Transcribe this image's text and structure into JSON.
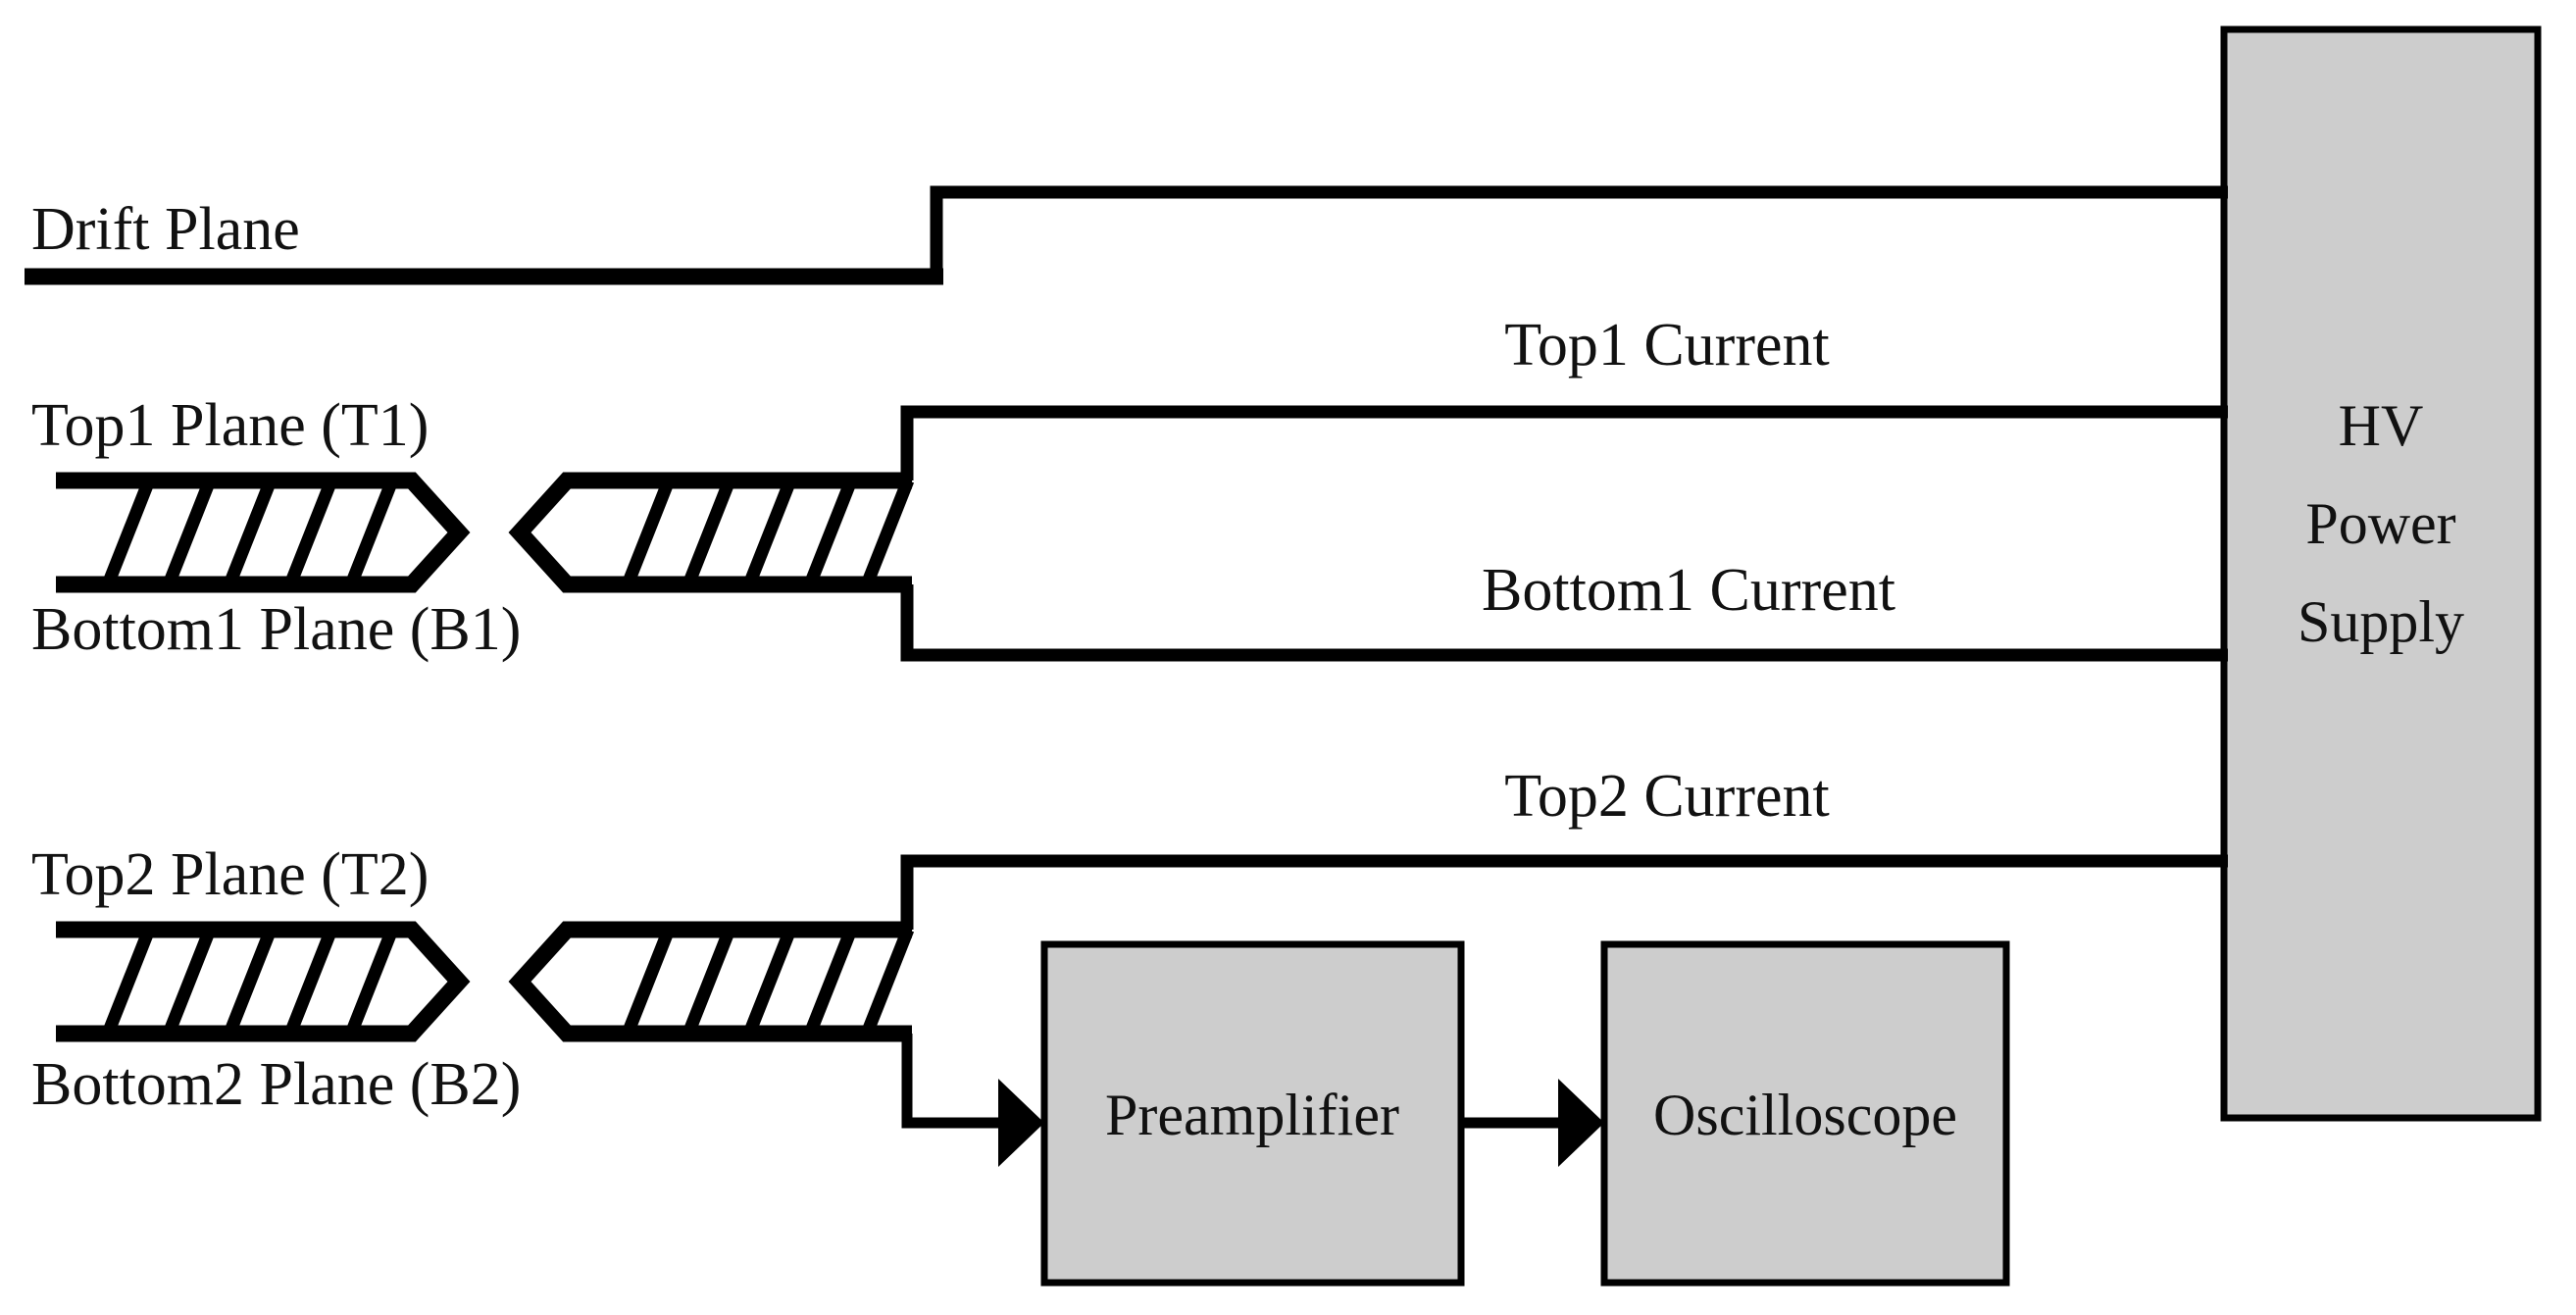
{
  "figure": {
    "kind": "detector-readout-block-diagram",
    "background_color": "#ffffff",
    "line_color": "#000000",
    "box_fill_color": "#cdcdcd"
  },
  "planes": {
    "drift": {
      "label": "Drift Plane",
      "icon": "drift-plane-line"
    },
    "top1": {
      "label": "Top1 Plane (T1)",
      "icon": "hatched-plane"
    },
    "bottom1": {
      "label": "Bottom1 Plane (B1)",
      "icon": "hatched-plane"
    },
    "top2": {
      "label": "Top2 Plane (T2)",
      "icon": "hatched-plane"
    },
    "bottom2": {
      "label": "Bottom2 Plane (B2)",
      "icon": "hatched-plane"
    }
  },
  "signals": [
    {
      "id": "top1",
      "label": "Top1 Current"
    },
    {
      "id": "bottom1",
      "label": "Bottom1 Current"
    },
    {
      "id": "top2",
      "label": "Top2 Current"
    }
  ],
  "instruments": {
    "hv_power_supply": {
      "lines": [
        "HV",
        "Power",
        "Supply"
      ],
      "fill": "#cdcdcd"
    },
    "preamplifier": {
      "label": "Preamplifier",
      "fill": "#cdcdcd"
    },
    "oscilloscope": {
      "label": "Oscilloscope",
      "fill": "#cdcdcd"
    }
  },
  "connections": [
    {
      "from": "drift-plane",
      "to": "hv-power-supply",
      "arrow": false
    },
    {
      "from": "top1-plane",
      "to": "hv-power-supply",
      "arrow": false
    },
    {
      "from": "bottom1-plane",
      "to": "hv-power-supply",
      "arrow": false
    },
    {
      "from": "top2-plane",
      "to": "hv-power-supply",
      "arrow": false
    },
    {
      "from": "bottom2-plane",
      "to": "preamplifier",
      "arrow": true
    },
    {
      "from": "preamplifier",
      "to": "oscilloscope",
      "arrow": true
    }
  ]
}
